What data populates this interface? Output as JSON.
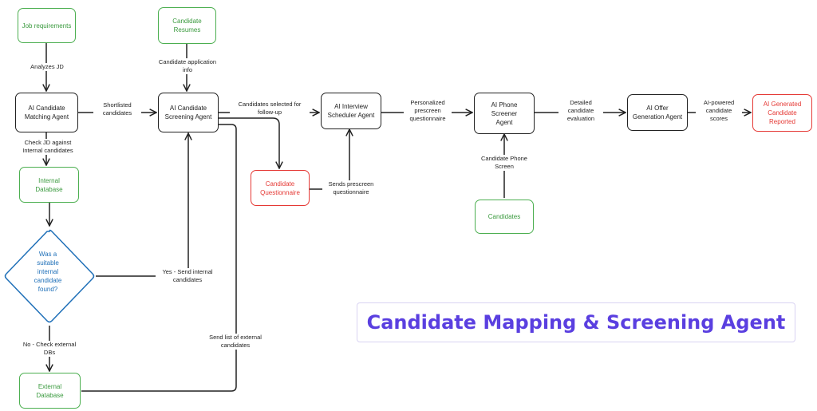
{
  "nodes": {
    "job_requirements": "Job requirements",
    "candidate_resumes": "Candidate\nResumes",
    "matching_agent": "AI Candidate\nMatching Agent",
    "screening_agent": "AI Candidate\nScreening Agent",
    "internal_db": "Internal\nDatabase",
    "decision": "Was a\nsuitable\ninternal\ncandidate\nfound?",
    "external_db": "External\nDatabase",
    "candidate_questionnaire": "Candidate\nQuestionnaire",
    "interview_scheduler": "AI Interview\nScheduler Agent",
    "phone_screener": "AI Phone\nScreener\nAgent",
    "candidates": "Candidates",
    "offer_agent": "AI Offer\nGeneration Agent",
    "report": "AI Generated\nCandidate\nReported"
  },
  "edge_labels": {
    "analyzes_jd": "Analyzes JD",
    "application_info": "Candidate application\ninfo",
    "shortlisted": "Shortlisted\ncandidates",
    "check_jd": "Check JD against\nInternal candidates",
    "selected_followup": "Candidates selected for\nfollow-up",
    "sends_prescreen": "Sends prescreen\nquestionnaire",
    "personalized": "Personalized\nprescreen\nquestionnaire",
    "phone_screen": "Candidate Phone\nScreen",
    "detailed_eval": "Detailed\ncandidate\nevaluation",
    "ai_scores": "AI-powered\ncandidate\nscores",
    "yes_send": "Yes - Send internal\ncandidates",
    "no_check": "No - Check external\nDBs",
    "send_external": "Send list of external\ncandidates"
  },
  "title": "Candidate Mapping & Screening Agent",
  "colors": {
    "green": "#4caf50",
    "black": "#222222",
    "red": "#e53935",
    "blue": "#1e6fb8",
    "title": "#5a3fe0"
  }
}
